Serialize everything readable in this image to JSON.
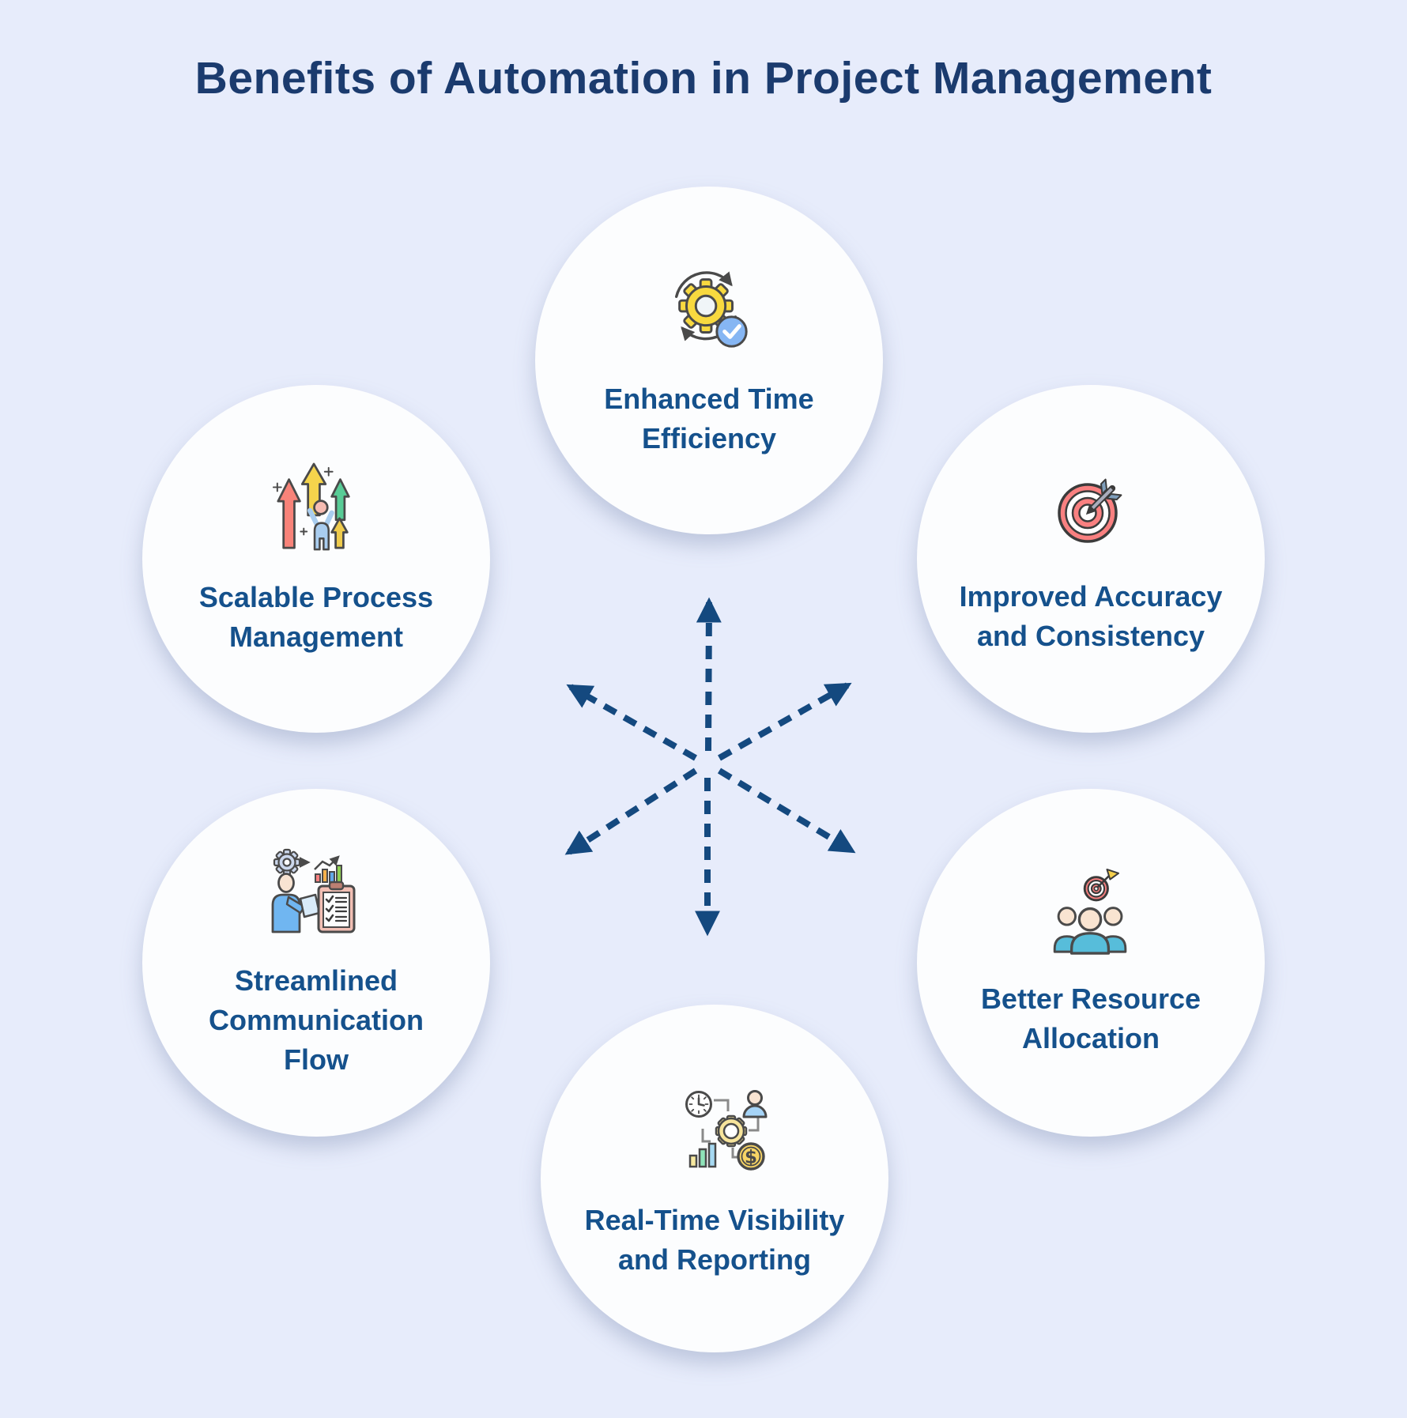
{
  "title": "Benefits of Automation in Project Management",
  "benefits": [
    {
      "position": "top",
      "icon": "gear-cycle-check-icon",
      "lines": [
        "Enhanced Time",
        "Efficiency"
      ]
    },
    {
      "position": "upper-right",
      "icon": "target-arrow-icon",
      "lines": [
        "Improved Accuracy",
        "and Consistency"
      ]
    },
    {
      "position": "lower-right",
      "icon": "team-target-icon",
      "lines": [
        "Better Resource",
        "Allocation"
      ]
    },
    {
      "position": "bottom",
      "icon": "clock-gear-report-icon",
      "lines": [
        "Real-Time Visibility",
        "and Reporting"
      ]
    },
    {
      "position": "lower-left",
      "icon": "person-clipboard-icon",
      "lines": [
        "Streamlined",
        "Communication",
        "Flow"
      ]
    },
    {
      "position": "upper-left",
      "icon": "growth-arrows-person-icon",
      "lines": [
        "Scalable Process",
        "Management"
      ]
    }
  ],
  "center": {
    "arrow_style": "dashed",
    "arrow_directions": [
      "up",
      "down",
      "up-left",
      "up-right",
      "down-left",
      "down-right"
    ]
  },
  "colors": {
    "background": "#E7ECFB",
    "circle_fill": "#FCFDFE",
    "title_text": "#1B3B6E",
    "label_text": "#15518C",
    "arrow": "#14497F",
    "icon_outline": "#4A4A4A",
    "icon_yellow": "#F8D93F",
    "icon_red": "#F98080",
    "icon_teal": "#57BDDA",
    "icon_blue": "#70B6F1",
    "icon_green": "#58CC96",
    "icon_skin": "#F9E4D1"
  }
}
